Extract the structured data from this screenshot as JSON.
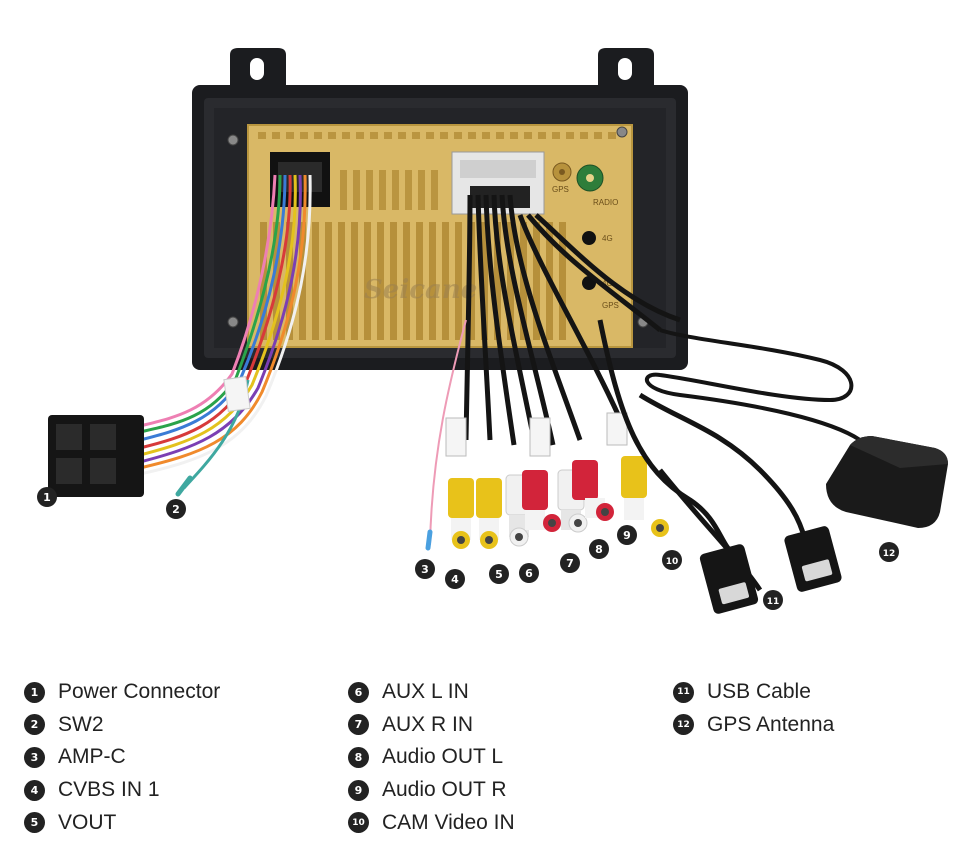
{
  "watermark": "Seicane",
  "unit_labels": {
    "gps_port": "GPS",
    "radio_port": "RADIO",
    "port_4g_1": "4G",
    "port_4g_2": "4G",
    "port_gps_2": "GPS"
  },
  "legend": {
    "col_a": [
      {
        "num": "1",
        "label": "Power Connector"
      },
      {
        "num": "2",
        "label": "SW2"
      },
      {
        "num": "3",
        "label": "AMP-C"
      },
      {
        "num": "4",
        "label": "CVBS IN 1"
      },
      {
        "num": "5",
        "label": "VOUT"
      }
    ],
    "col_b": [
      {
        "num": "6",
        "label": "AUX L IN"
      },
      {
        "num": "7",
        "label": "AUX R IN"
      },
      {
        "num": "8",
        "label": "Audio OUT L"
      },
      {
        "num": "9",
        "label": "Audio OUT R"
      },
      {
        "num": "10",
        "label": "CAM Video IN"
      }
    ],
    "col_c": [
      {
        "num": "11",
        "label": "USB Cable"
      },
      {
        "num": "12",
        "label": "GPS Antenna"
      }
    ]
  },
  "callouts": [
    "1",
    "2",
    "3",
    "4",
    "5",
    "6",
    "7",
    "8",
    "9",
    "10",
    "11",
    "12"
  ],
  "colors": {
    "panel": "#d9b866",
    "frame": "#1b1c1f",
    "rca_yellow": "#e8c21a",
    "rca_red": "#d2243a",
    "rca_white": "#f1f1f1",
    "cable": "#141414"
  }
}
